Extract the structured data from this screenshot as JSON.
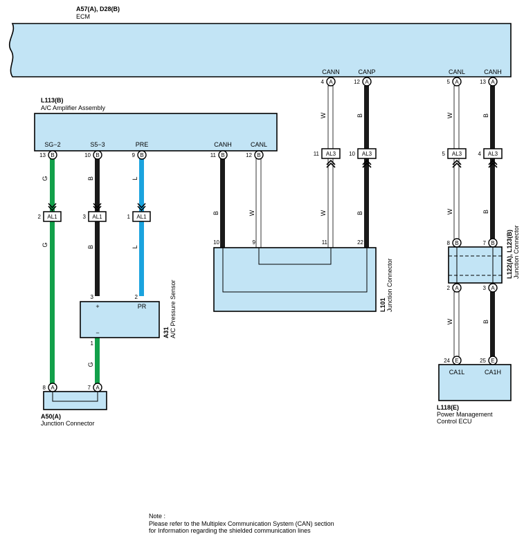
{
  "ecm": {
    "code": "A57(A), D28(B)",
    "name": "ECM"
  },
  "amp": {
    "code": "L113(B)",
    "name": "A/C Amplifier Assembly"
  },
  "ecm_pins": [
    {
      "label": "CANN",
      "pin": "4",
      "conn": "A"
    },
    {
      "label": "CANP",
      "pin": "12",
      "conn": "A"
    },
    {
      "label": "CANL",
      "pin": "5",
      "conn": "A"
    },
    {
      "label": "CANH",
      "pin": "13",
      "conn": "A"
    }
  ],
  "amp_pins": [
    {
      "label": "SG−2",
      "pin": "13",
      "conn": "B"
    },
    {
      "label": "S5−3",
      "pin": "10",
      "conn": "B"
    },
    {
      "label": "PRE",
      "pin": "9",
      "conn": "B"
    },
    {
      "label": "CANH",
      "pin": "11",
      "conn": "B"
    },
    {
      "label": "CANL",
      "pin": "12",
      "conn": "B"
    }
  ],
  "wire_colors": {
    "g": "G",
    "b": "B",
    "l": "L",
    "w": "W"
  },
  "al1": {
    "label": "AL1",
    "pins": [
      "2",
      "3",
      "1"
    ]
  },
  "al3": {
    "label": "AL3",
    "pins": [
      "11",
      "10",
      "5",
      "4"
    ]
  },
  "jc101": {
    "code": "L101",
    "name": "Junction Connector",
    "pins": [
      "10",
      "9",
      "11",
      "22"
    ]
  },
  "sensor": {
    "code": "A31",
    "name": "A/C Pressure Sensor",
    "plus": "+",
    "pr": "PR",
    "minus": "−",
    "pin_plus": "3",
    "pin_pr": "2",
    "pin_minus": "1"
  },
  "a50": {
    "code": "A50(A)",
    "name": "Junction Connector",
    "pins": [
      "8",
      "7"
    ],
    "conn": "A"
  },
  "jc122": {
    "code": "L122(A), L123(B)",
    "name": "Junction Connector",
    "top_pins": [
      "8",
      "7"
    ],
    "top_conn": "B",
    "bottom_pins": [
      "2",
      "3"
    ],
    "bottom_conn": "A"
  },
  "pmecu": {
    "code": "L118(E)",
    "name_line1": "Power Management",
    "name_line2": "Control ECU",
    "labels": [
      "CA1L",
      "CA1H"
    ],
    "pins": [
      "24",
      "25"
    ],
    "conn": "E"
  },
  "note": {
    "title": "Note :",
    "line1": "Please refer to the Multiplex Communication System (CAN) section",
    "line2": "for Information regarding the shielded communication lines"
  },
  "colors": {
    "box_fill": "#c2e4f5",
    "green": "#12a04a",
    "blue": "#1ba3de",
    "black": "#1a1a1a",
    "white_wire": "#ffffff"
  }
}
